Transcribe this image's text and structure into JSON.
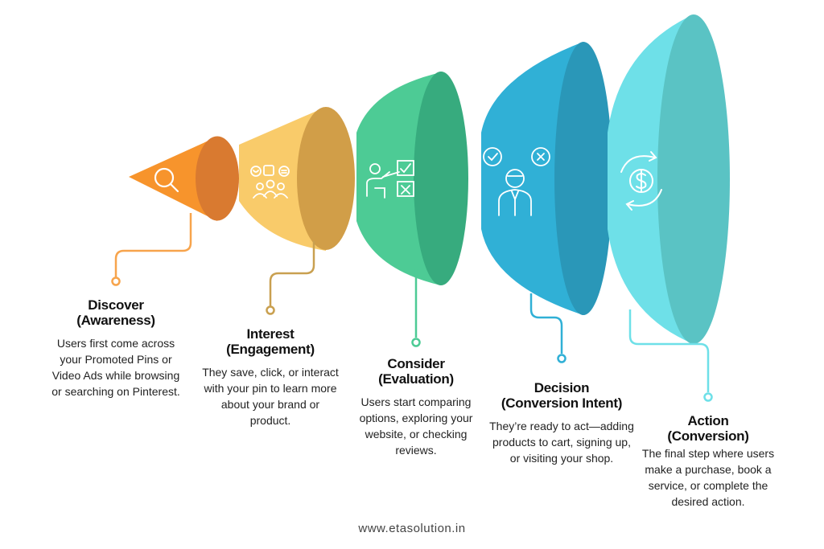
{
  "colors": {
    "discover": "#F7942C",
    "discover_dark": "#D97A30",
    "interest": "#F9CB6A",
    "interest_dark": "#D19E48",
    "consider": "#4DCB95",
    "consider_dark": "#37AB7E",
    "decision": "#30B0D6",
    "decision_dark": "#2A97B8",
    "action": "#6EE0E8",
    "action_dark": "#5AC3C4"
  },
  "stages": [
    {
      "id": "discover",
      "title_line1": "Discover",
      "title_line2": "(Awareness)",
      "description": "Users first come across your Promoted Pins or Video Ads while browsing or searching on Pinterest.",
      "icon": "magnifier-icon"
    },
    {
      "id": "interest",
      "title_line1": "Interest",
      "title_line2": "(Engagement)",
      "description": "They save, click, or interact with your pin to learn more about your brand or product.",
      "icon": "engagement-icon"
    },
    {
      "id": "consider",
      "title_line1": "Consider",
      "title_line2": "(Evaluation)",
      "description": "Users start comparing options, exploring your website, or checking reviews.",
      "icon": "presentation-checklist-icon"
    },
    {
      "id": "decision",
      "title_line1": "Decision",
      "title_line2": "(Conversion Intent)",
      "description": "They’re ready to act—adding products to cart, signing up, or visiting your shop.",
      "icon": "decision-person-icon"
    },
    {
      "id": "action",
      "title_line1": "Action",
      "title_line2": "(Conversion)",
      "description": "The final step where users make a purchase, book a service, or complete the desired action.",
      "icon": "dollar-cycle-icon"
    }
  ],
  "footer": "www.etasolution.in"
}
